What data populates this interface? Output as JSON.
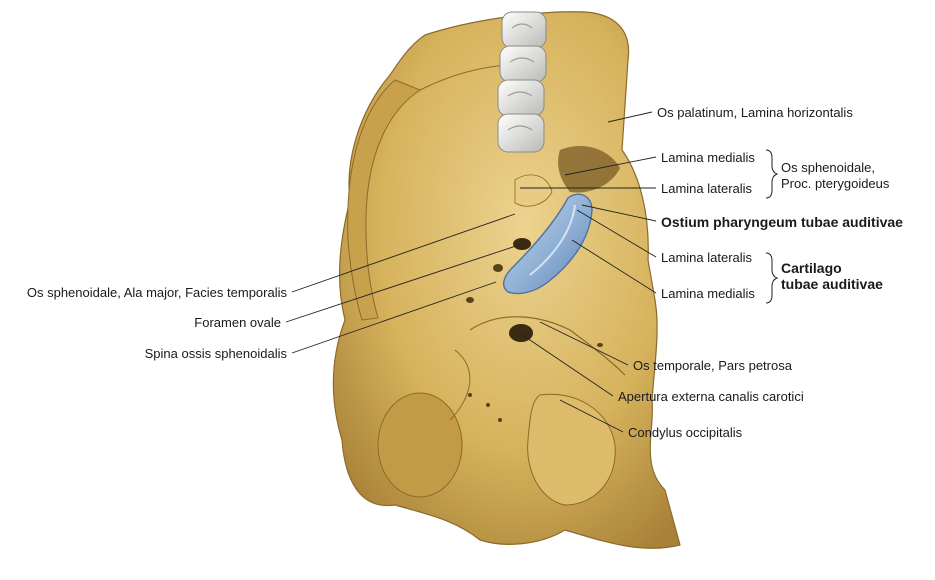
{
  "colors": {
    "bone_fill": "#d6b25c",
    "bone_shadow": "#a98238",
    "bone_highlight": "#ecd38f",
    "tooth_fill": "#e4e4e2",
    "cartilage_fill": "#8fb0d4",
    "cartilage_edge": "#4f72a3",
    "leader": "#222222"
  },
  "labels": {
    "os_palatinum": "Os palatinum, Lamina horizontalis",
    "lamina_medialis_pter": "Lamina medialis",
    "lamina_lateralis_pter": "Lamina lateralis",
    "group_pterygoideus": [
      "Os sphenoidale,",
      "Proc. pterygoideus"
    ],
    "ostium": "Ostium pharyngeum tubae auditivae",
    "lamina_lateralis_cart": "Lamina lateralis",
    "lamina_medialis_cart": "Lamina medialis",
    "group_cartilago": [
      "Cartilago",
      "tubae auditivae"
    ],
    "ala_major": "Os sphenoidale, Ala major, Facies temporalis",
    "foramen_ovale": "Foramen ovale",
    "spina": "Spina ossis sphenoidalis",
    "pars_petrosa": "Os temporale, Pars petrosa",
    "apertura": "Apertura externa canalis carotici",
    "condylus": "Condylus occipitalis"
  },
  "icons": {
    "bone": "skull-base-illustration",
    "teeth": "molar-teeth",
    "cartilage": "tuba-auditiva-cartilage"
  }
}
